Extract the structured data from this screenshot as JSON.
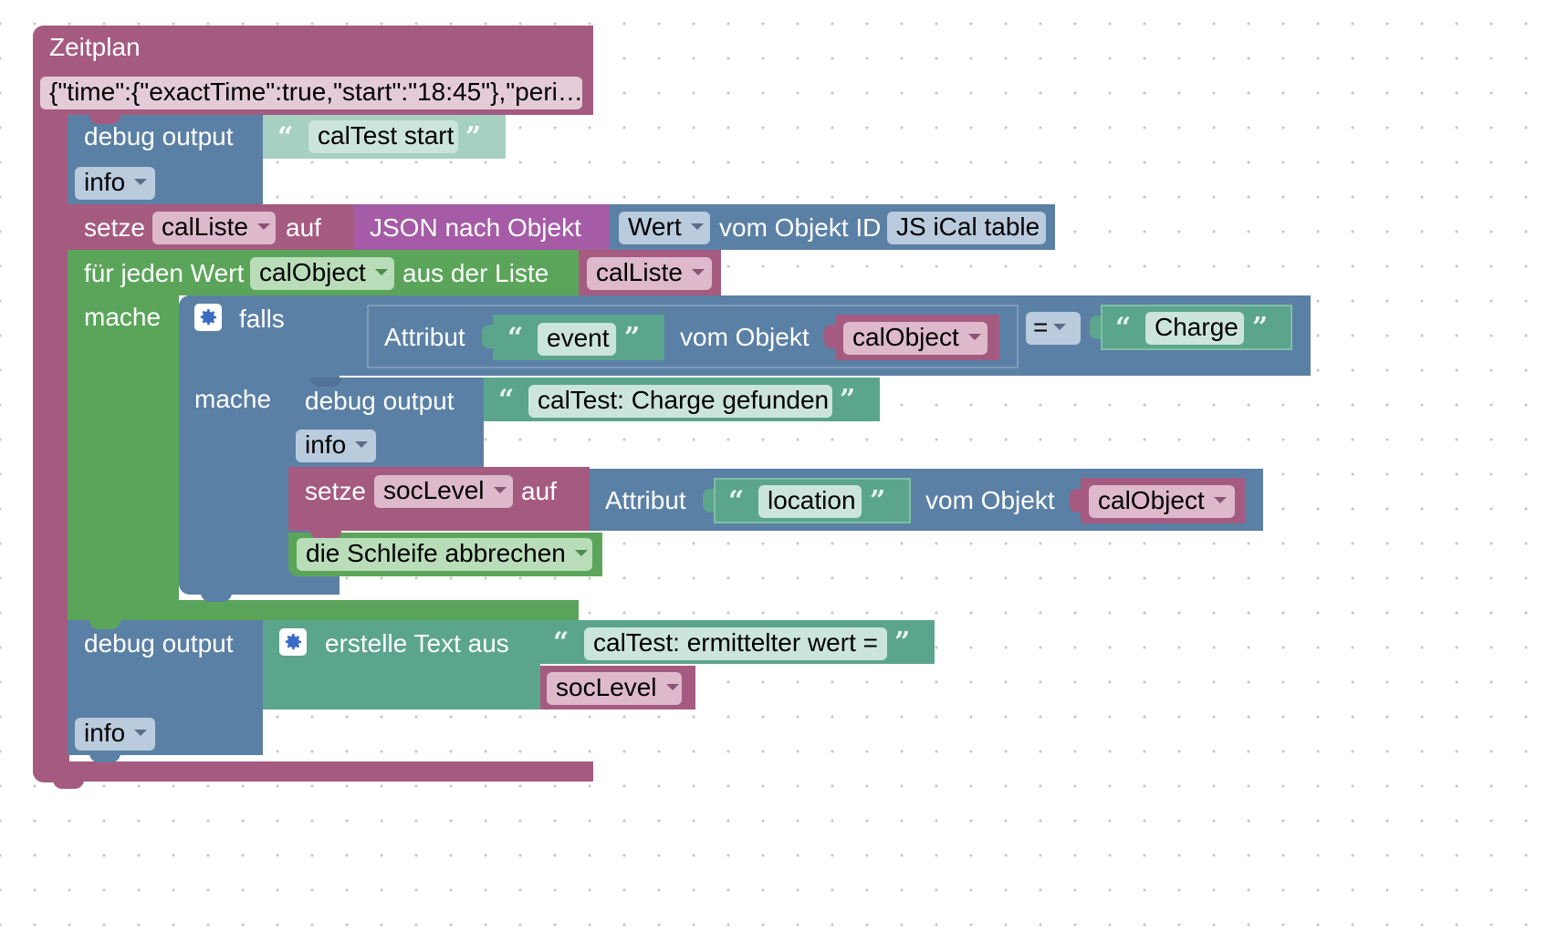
{
  "zeitplan": {
    "title": "Zeitplan",
    "schedule": "{\"time\":{\"exactTime\":true,\"start\":\"18:45\"},\"peri…"
  },
  "debug1": {
    "label": "debug output",
    "text": "calTest start",
    "level": "info"
  },
  "setze1": {
    "label": "setze",
    "variable": "calListe",
    "auf": "auf",
    "json_label": "JSON nach Objekt",
    "wert": "Wert",
    "vom_objekt_id": "vom Objekt ID",
    "object_id": "JS iCal table"
  },
  "foreach": {
    "label": "für jeden Wert",
    "variable": "calObject",
    "aus_der_liste": "aus der Liste",
    "list": "calListe",
    "mache": "mache"
  },
  "falls": {
    "label": "falls",
    "mache": "mache",
    "attribut": "Attribut",
    "attribute_name": "event",
    "vom_objekt": "vom Objekt",
    "object": "calObject",
    "operator": "=",
    "compare_text": "Charge"
  },
  "debug2": {
    "label": "debug output",
    "text": "calTest: Charge gefunden",
    "level": "info"
  },
  "setze2": {
    "label": "setze",
    "variable": "socLevel",
    "auf": "auf",
    "attribut": "Attribut",
    "attribute_name": "location",
    "vom_objekt": "vom Objekt",
    "object": "calObject"
  },
  "break_block": {
    "label": "die Schleife abbrechen"
  },
  "debug3": {
    "label": "debug output",
    "join_label": "erstelle Text aus",
    "text": "calTest: ermittelter wert = ",
    "variable": "socLevel",
    "level": "info"
  },
  "colors": {
    "event_block": "#a55b80",
    "statement_block": "#5b80a5",
    "loop_block": "#5ba55b",
    "text_block": "#5ba58c",
    "json_block": "#a55ba5"
  }
}
